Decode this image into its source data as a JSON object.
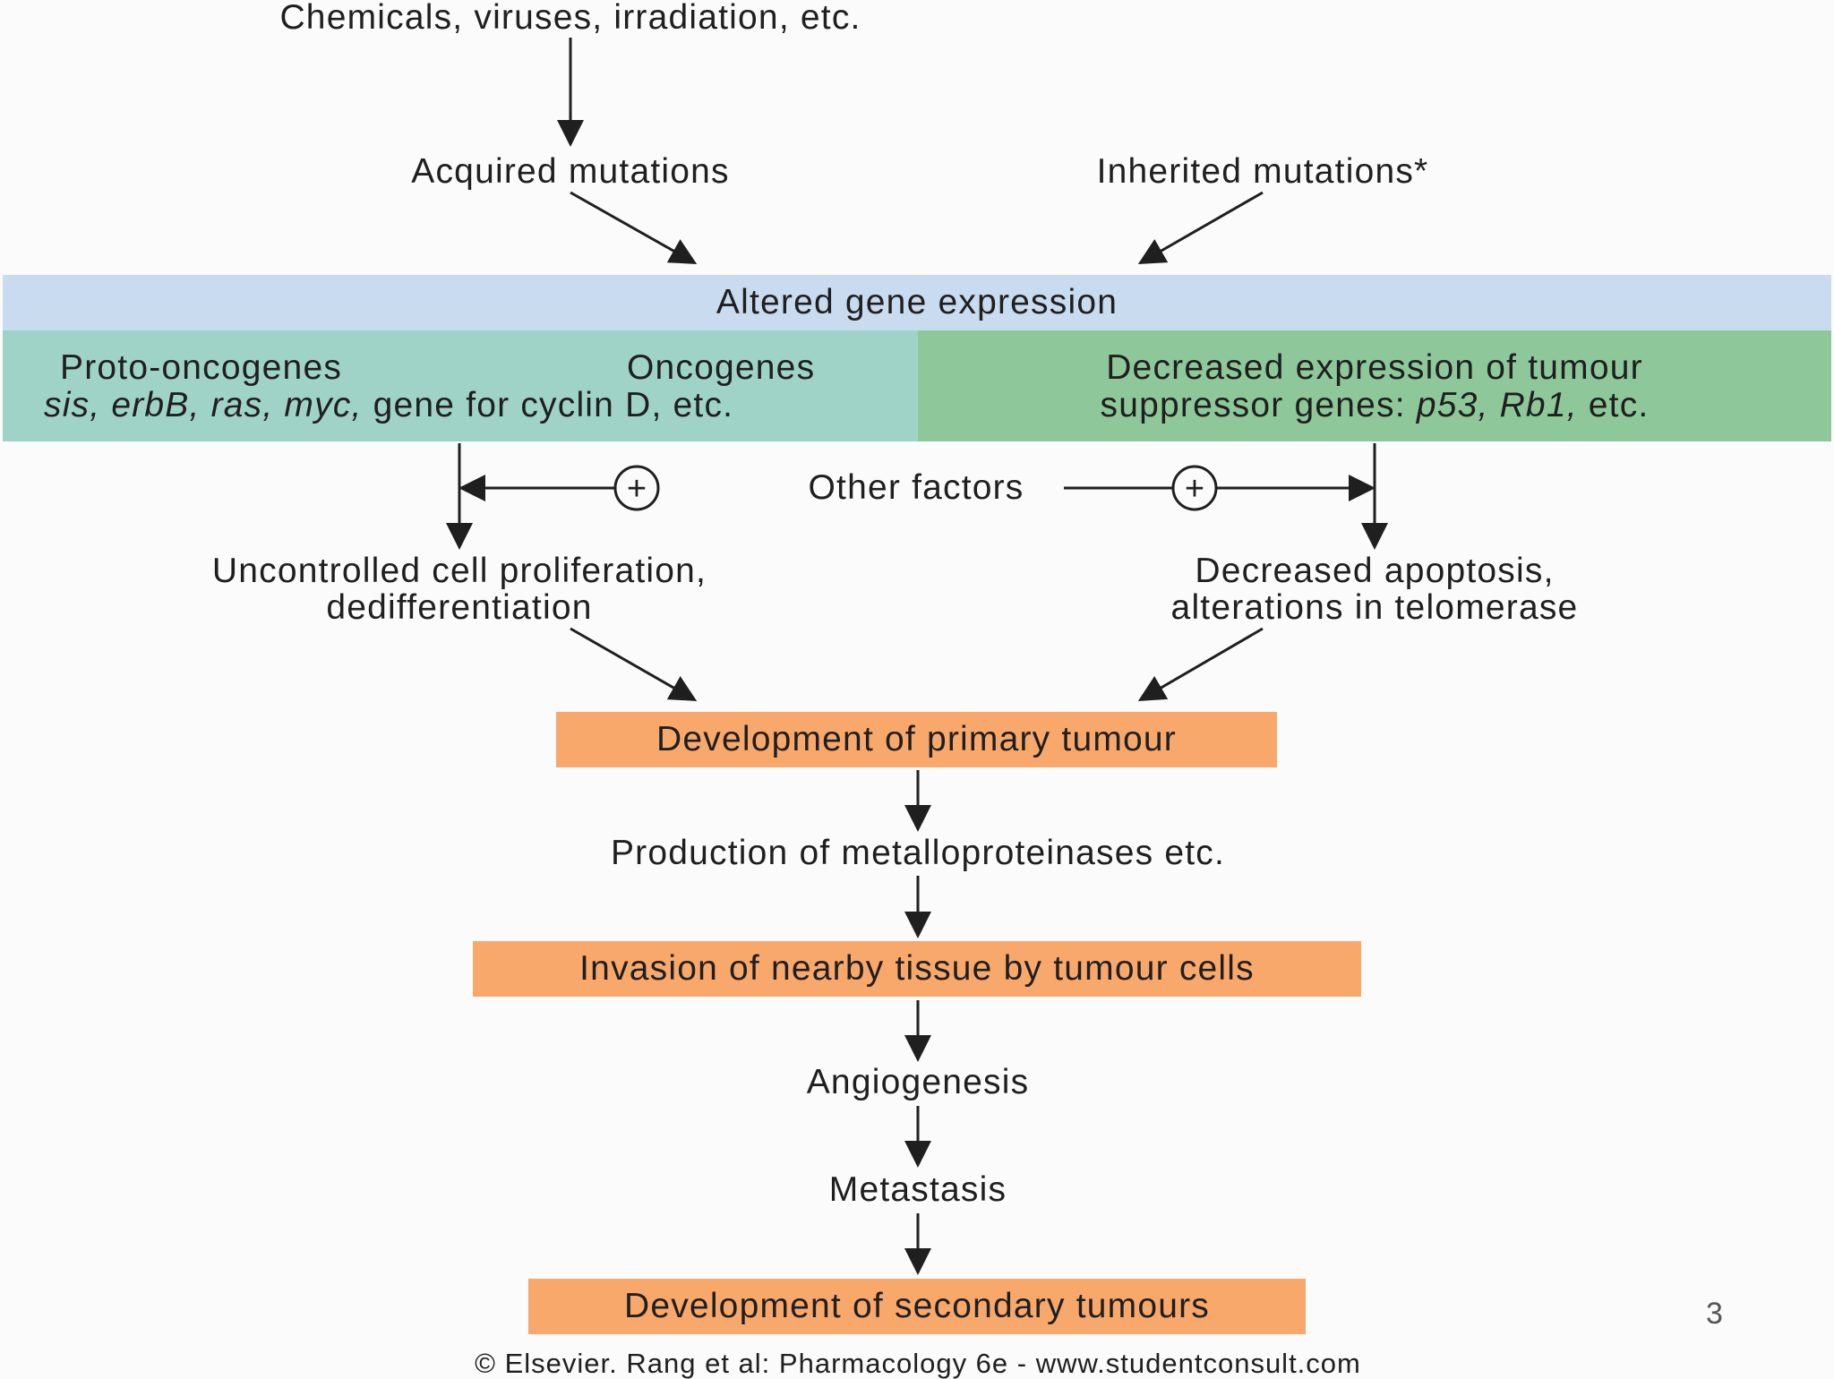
{
  "top_cause": "Chemicals, viruses, irradiation, etc.",
  "acquired": "Acquired mutations",
  "inherited": "Inherited mutations*",
  "altered_band": "Altered gene expression",
  "left_panel": {
    "proto": "Proto-oncogenes",
    "onco": "Oncogenes",
    "genes_italic": "sis, erbB, ras, myc,",
    "genes_rest": " gene for cyclin D, etc."
  },
  "right_panel": {
    "line1": "Decreased expression of tumour",
    "line2_plain": "suppressor genes: ",
    "line2_italic": "p53, Rb1,",
    "line2_end": " etc."
  },
  "other_factors": "Other factors",
  "plus_symbol": "+",
  "left_outcome": [
    "Uncontrolled cell proliferation,",
    "dedifferentiation"
  ],
  "right_outcome": [
    "Decreased apoptosis,",
    "alterations in telomerase"
  ],
  "primary_tumour": "Development of primary tumour",
  "metallo": "Production of metalloproteinases etc.",
  "invasion": "Invasion of nearby tissue by tumour cells",
  "angiogenesis": "Angiogenesis",
  "metastasis": "Metastasis",
  "secondary": "Development of secondary tumours",
  "page_number": "3",
  "credit": "© Elsevier. Rang et al: Pharmacology 6e - www.studentconsult.com",
  "colors": {
    "blue_band": "#c9dbef",
    "teal_panel": "#9fd3c7",
    "green_panel": "#8ec89a",
    "orange_box": "#f9a86c"
  }
}
